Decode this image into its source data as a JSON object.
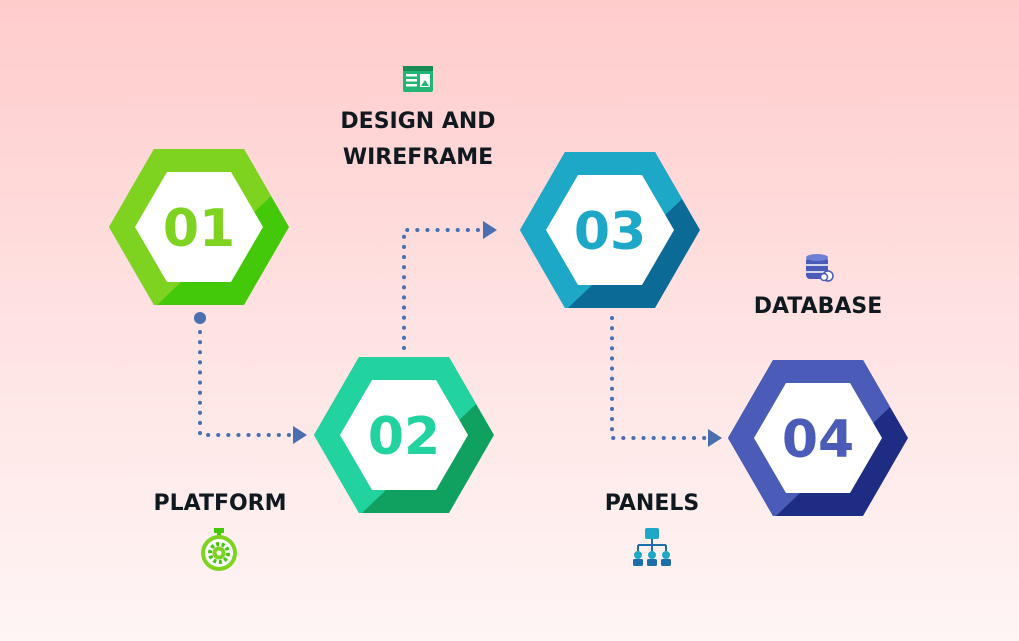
{
  "steps": [
    {
      "number": "01",
      "label_lines": [
        "PLATFORM"
      ],
      "color_light": "#7ed321",
      "color_dark": "#44c80a",
      "icon": "stopwatch-gear-icon"
    },
    {
      "number": "02",
      "label_lines": [
        "DESIGN AND",
        "WIREFRAME"
      ],
      "color_light": "#22d3a0",
      "color_dark": "#10a060",
      "icon": "wireframe-layout-icon"
    },
    {
      "number": "03",
      "label_lines": [
        "PANELS"
      ],
      "color_light": "#1ea8c8",
      "color_dark": "#0c6a96",
      "icon": "hierarchy-panels-icon"
    },
    {
      "number": "04",
      "label_lines": [
        "DATABASE"
      ],
      "color_light": "#4a5bb8",
      "color_dark": "#1f2c84",
      "icon": "database-cloud-icon"
    }
  ],
  "connector_color": "#4a6fb0"
}
